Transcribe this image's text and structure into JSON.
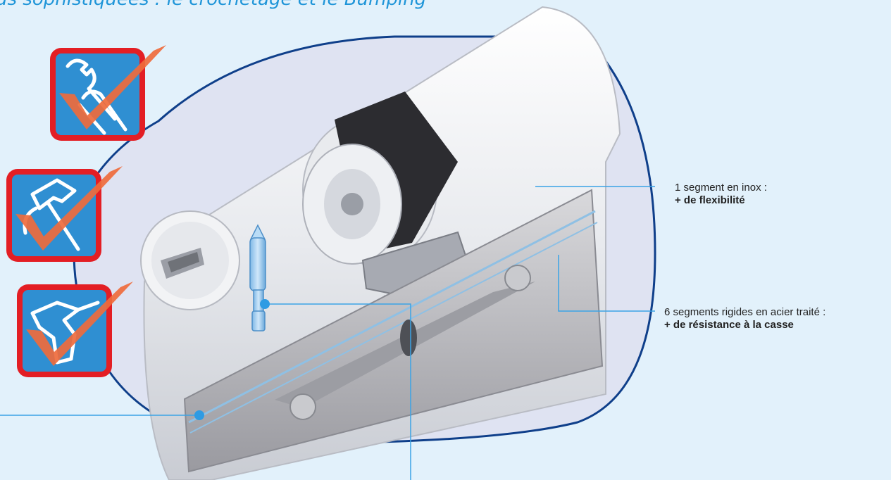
{
  "heading": "us sophistiquées : le crochetage et le Bumping",
  "callouts": {
    "inox": {
      "line1": "1 segment en inox :",
      "line2": "+ de flexibilité"
    },
    "acier": {
      "line1": "6 segments rigides en acier traité :",
      "line2": "+ de résistance à la casse"
    }
  },
  "badges": [
    {
      "icon": "wrench-pliers-icon"
    },
    {
      "icon": "hammer-icon"
    },
    {
      "icon": "drill-icon"
    }
  ],
  "colors": {
    "background": "#e2f1fb",
    "accent_blue": "#1f95d8",
    "badge_red": "#e31e24",
    "badge_blue": "#2f8fd2",
    "check_orange": "#ef6b3c",
    "outline_navy": "#0f3f8a"
  }
}
